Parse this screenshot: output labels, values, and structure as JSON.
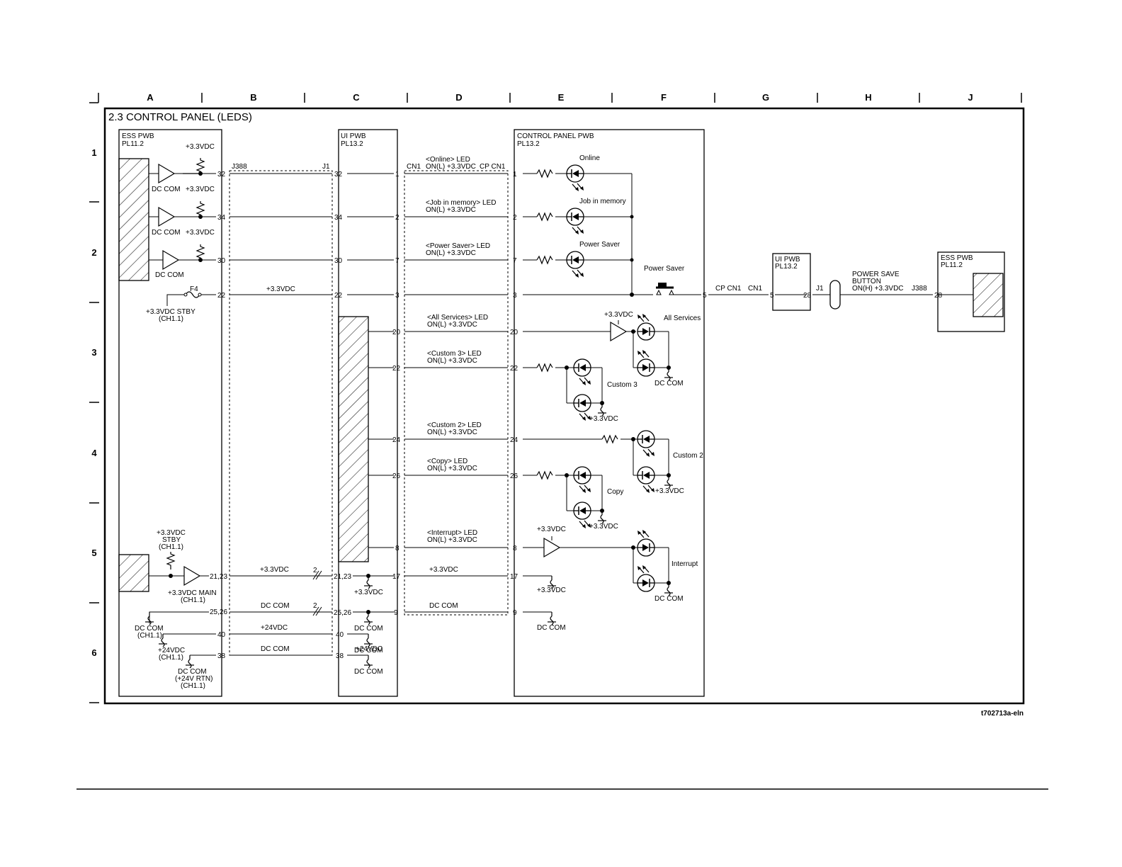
{
  "title": "2.3 CONTROL PANEL (LEDS)",
  "figure_code": "t702713a-eln",
  "zones": {
    "columns": [
      "A",
      "B",
      "C",
      "D",
      "E",
      "F",
      "G",
      "H",
      "J"
    ],
    "rows": [
      "1",
      "2",
      "3",
      "4",
      "5",
      "6"
    ]
  },
  "boards": {
    "ess": {
      "name": "ESS PWB",
      "ref": "PL11.2"
    },
    "ui": {
      "name": "UI PWB",
      "ref": "PL13.2"
    },
    "cp": {
      "name": "CONTROL PANEL PWB",
      "ref": "PL13.2"
    },
    "ui_right": {
      "name": "UI PWB",
      "ref": "PL13.2"
    },
    "ess_right": {
      "name": "ESS PWB",
      "ref": "PL11.2"
    }
  },
  "connectors": {
    "j388": "J388",
    "j1": "J1",
    "cn1": "CN1",
    "cpcn1": "CP CN1",
    "cpcn1_right": "CP CN1",
    "cn1_right": "CN1",
    "j1_right": "J1",
    "j388_right": "J388"
  },
  "signals": [
    {
      "name": "<Online> LED",
      "state": "ON(L) +3.3VDC",
      "led": "Online",
      "ess_pin": "32",
      "ui_pin": "32",
      "cn1_pin": "1",
      "cp_pin": "1"
    },
    {
      "name": "<Job in memory> LED",
      "state": "ON(L) +3.3VDC",
      "led": "Job in memory",
      "ess_pin": "34",
      "ui_pin": "34",
      "cn1_pin": "2",
      "cp_pin": "2"
    },
    {
      "name": "<Power Saver> LED",
      "state": "ON(L) +3.3VDC",
      "led": "Power Saver",
      "ess_pin": "30",
      "ui_pin": "30",
      "cn1_pin": "7",
      "cp_pin": "7"
    },
    {
      "name": "<All Services> LED",
      "state": "ON(L) +3.3VDC",
      "led": "All Services",
      "cn1_pin": "20",
      "cp_pin": "20"
    },
    {
      "name": "<Custom 3> LED",
      "state": "ON(L) +3.3VDC",
      "led": "Custom 3",
      "cn1_pin": "22",
      "cp_pin": "22"
    },
    {
      "name": "<Custom 2> LED",
      "state": "ON(L) +3.3VDC",
      "led": "Custom 2",
      "cn1_pin": "24",
      "cp_pin": "24"
    },
    {
      "name": "<Copy> LED",
      "state": "ON(L) +3.3VDC",
      "led": "Copy",
      "cn1_pin": "26",
      "cp_pin": "26"
    },
    {
      "name": "<Interrupt> LED",
      "state": "ON(L) +3.3VDC",
      "led": "Interrupt",
      "cn1_pin": "8",
      "cp_pin": "8"
    }
  ],
  "power": {
    "vdc33": "+3.3VDC",
    "vdc24": "+24VDC",
    "dccom": "DC COM",
    "stby": "+3.3VDC STBY",
    "ch11": "(CH1.1)",
    "stby_stack": [
      "+3.3VDC",
      "STBY",
      "(CH1.1)"
    ],
    "main": "+3.3VDC MAIN",
    "fuse": "F4",
    "rtn": "(+24V RTN)"
  },
  "pins": {
    "p22": "22",
    "p3": "3",
    "p2123": "21,23",
    "p17": "17",
    "p2526": "25,26",
    "p9": "9",
    "p40": "40",
    "p38": "38",
    "p2": "2",
    "p5": "5",
    "p28": "28"
  },
  "button": {
    "label": "Power Saver",
    "title": "POWER SAVE",
    "title2": "BUTTON",
    "state": "ON(H) +3.3VDC"
  }
}
